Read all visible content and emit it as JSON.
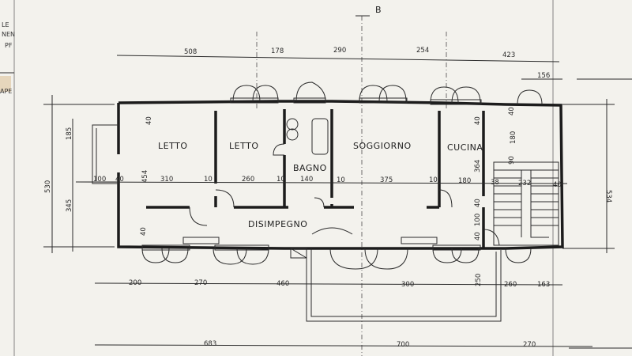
{
  "section_marker": "B",
  "margin_fragments": [
    "LE",
    "NEN",
    "PF",
    "APE"
  ],
  "rooms": {
    "letto1": "LETTO",
    "letto2": "LETTO",
    "bagno": "BAGNO",
    "soggiorno": "SOGGIORNO",
    "cucina": "CUCINA",
    "disimpegno": "DISIMPEGNO"
  },
  "dimensions": {
    "top": [
      "508",
      "178",
      "290",
      "254",
      "423"
    ],
    "top_right": "156",
    "left_outer": "530",
    "left_upper": "185",
    "left_lower": "345",
    "right_outer": "534",
    "bottom_row1": [
      "200",
      "270",
      "460",
      "300",
      "250",
      "260",
      "163"
    ],
    "bottom_row2": [
      "683",
      "700",
      "270"
    ],
    "interior_row": [
      "100",
      "40",
      "454",
      "310",
      "10",
      "260",
      "10",
      "140",
      "10",
      "375",
      "10",
      "180",
      "38",
      "232",
      "40"
    ],
    "vertical_labels": [
      "40",
      "40",
      "40",
      "180",
      "40",
      "90",
      "364",
      "40",
      "100",
      "40"
    ]
  }
}
